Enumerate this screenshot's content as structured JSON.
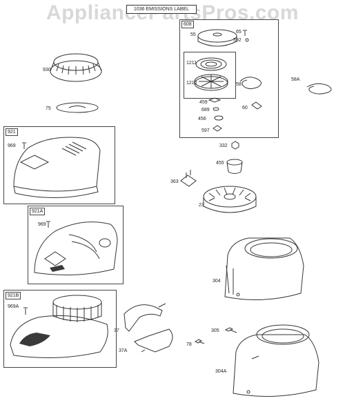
{
  "watermark": "AppliancePartsPros.com",
  "emission_label": "1036 EMISSIONS LABEL",
  "groups": {
    "g608": "608",
    "g921": "921",
    "g921a": "921A",
    "g921b": "921B"
  },
  "parts": {
    "p930": "930",
    "p75": "75",
    "p55": "55",
    "p65": "65",
    "p592": "592",
    "p1211": "1211",
    "p1210": "1210",
    "p58": "58",
    "p58a": "58A",
    "p459": "459",
    "p689": "689",
    "p60": "60",
    "p456": "456",
    "p597": "597",
    "p969_a": "969",
    "p332": "332",
    "p455": "455",
    "p363": "363",
    "p23": "23",
    "p969_b": "969",
    "p304": "304",
    "p969a": "969A",
    "p37": "37",
    "p37a": "37A",
    "p305": "305",
    "p78": "78",
    "p304a": "304A"
  },
  "colors": {
    "line": "#333333",
    "watermark": "#d8d8d8",
    "shade": "#3a3a3a"
  }
}
